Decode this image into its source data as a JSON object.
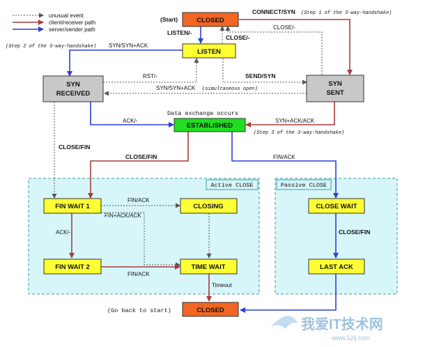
{
  "legend": {
    "unusual": "unusual event",
    "client": "client/receiver path",
    "server": "server/sender path"
  },
  "colors": {
    "client_path": "#a83c3c",
    "server_path": "#2b3fd6",
    "unusual_path": "#555555",
    "state_yellow": "#ffff33",
    "state_orange": "#f26522",
    "state_green": "#22dd22",
    "state_gray": "#c8c8c8",
    "area_fill": "#d6f6f9",
    "area_border": "#3f9aa3"
  },
  "states": {
    "closed_top": "CLOSED",
    "listen": "LISTEN",
    "syn_received_1": "SYN",
    "syn_received_2": "RECEIVED",
    "syn_sent_1": "SYN",
    "syn_sent_2": "SENT",
    "established": "ESTABLISHED",
    "fin_wait_1": "FIN WAIT 1",
    "closing": "CLOSING",
    "close_wait": "CLOSE WAIT",
    "fin_wait_2": "FIN WAIT 2",
    "time_wait": "TIME WAIT",
    "last_ack": "LAST ACK",
    "closed_bottom": "CLOSED"
  },
  "areas": {
    "active": "Active CLOSE",
    "passive": "Passive CLOSE"
  },
  "labels": {
    "start": "(Start)",
    "connect": "CONNECT/SYN",
    "step1": "(Step 1 of the 3-way-handshake)",
    "close_from_sent": "CLOSE/-",
    "listen_cmd": "LISTEN/-",
    "close_from_listen": "CLOSE/-",
    "step2": "(Step 2 of the 3-way-handshake)",
    "syn_synack": "SYN/SYN+ACK",
    "rst": "RST/-",
    "send_syn": "SEND/SYN",
    "syn_synack_sim": "SYN/SYN+ACK",
    "simultaneous": "(simultaneous open)",
    "data_exchange": "Data exchange occurs",
    "ack_dash": "ACK/-",
    "synack_ack": "SYN+ACK/ACK",
    "step3": "(Step 3 of the 3-way-handshake)",
    "close_fin_left": "CLOSE/FIN",
    "close_fin_mid": "CLOSE/FIN",
    "fin_ack_right": "FIN/ACK",
    "fin_ack_closing": "FIN/ACK",
    "fin_ack_ack": "FIN+ACK/ACK",
    "ack_dash_fw1": "ACK/-",
    "fin_ack_fw2": "FIN/ACK",
    "close_fin_cw": "CLOSE/FIN",
    "timeout": "Timeout",
    "go_back": "(Go back to start)"
  },
  "watermark": {
    "line1": "我爱IT技术网",
    "line2": "www.52ij.com"
  }
}
